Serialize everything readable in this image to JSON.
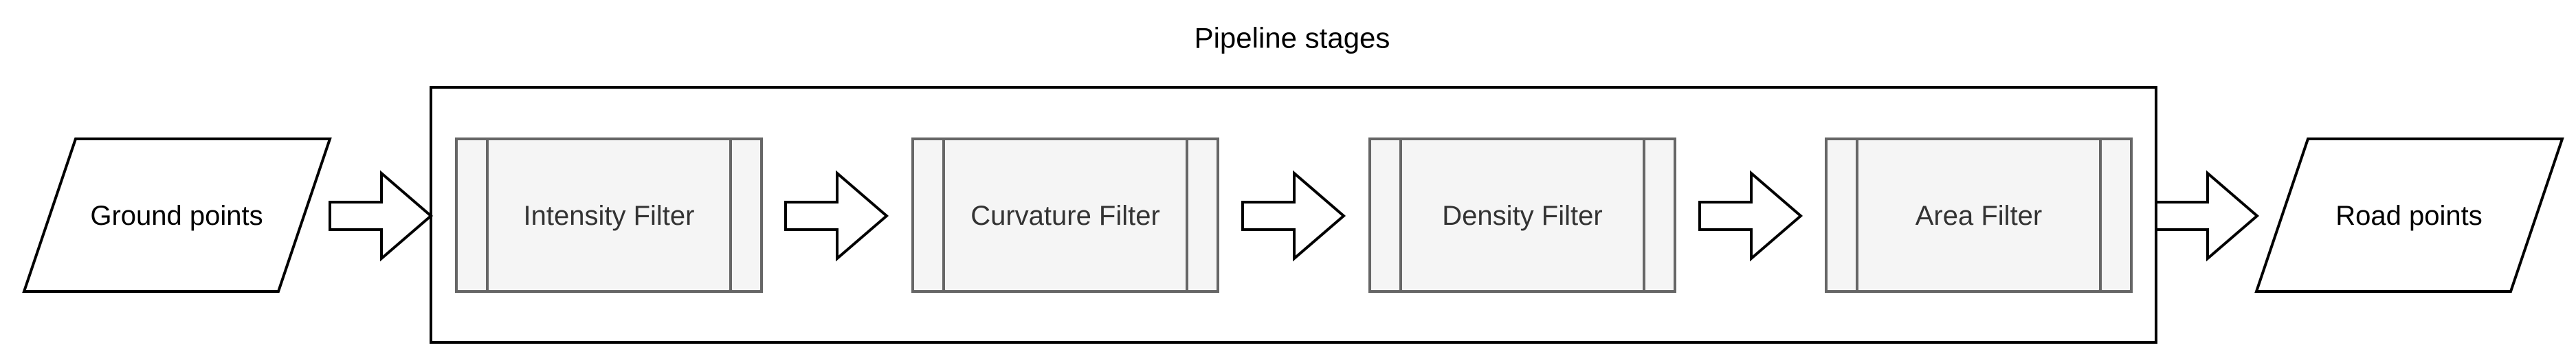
{
  "title": "Pipeline stages",
  "input": {
    "label": "Ground points"
  },
  "output": {
    "label": "Road points"
  },
  "stages": [
    {
      "label": "Intensity Filter"
    },
    {
      "label": "Curvature Filter"
    },
    {
      "label": "Density Filter"
    },
    {
      "label": "Area Filter"
    }
  ],
  "colors": {
    "stroke": "#000000",
    "stage_fill": "#f5f5f5",
    "stage_stroke": "#666666",
    "stage_text": "#333333",
    "background": "#ffffff"
  }
}
